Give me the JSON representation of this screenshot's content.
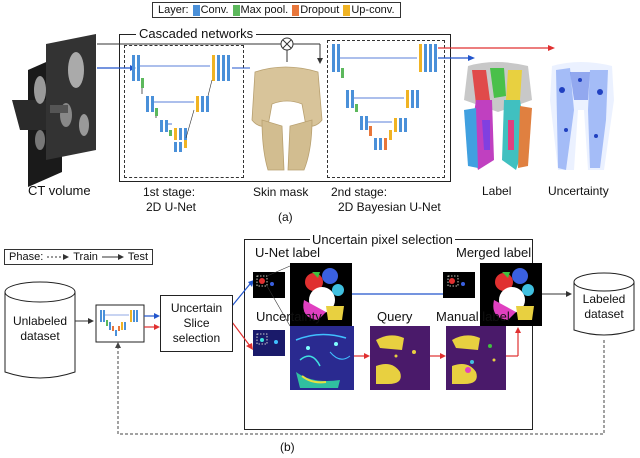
{
  "legend": {
    "title": "Layer:",
    "items": [
      {
        "label": "Conv.",
        "color": "#4a90d9"
      },
      {
        "label": "Max pool.",
        "color": "#5cb85c"
      },
      {
        "label": "Dropout",
        "color": "#e8763a"
      },
      {
        "label": "Up-conv.",
        "color": "#f0b323"
      }
    ]
  },
  "panel_a": {
    "cascaded_title": "Cascaded networks",
    "ct_volume": "CT volume",
    "stage1": "1st stage:",
    "stage1_sub": "2D U-Net",
    "skin_mask": "Skin mask",
    "stage2": "2nd  stage:",
    "stage2_sub": "2D Bayesian U-Net",
    "label": "Label",
    "uncertainty": "Uncertainty",
    "caption": "(a)"
  },
  "panel_b": {
    "phase_title": "Phase:",
    "phase_train": "Train",
    "phase_test": "Test",
    "unlabeled_dataset_line1": "Unlabeled",
    "unlabeled_dataset_line2": "dataset",
    "uncertain_slice_line1": "Uncertain",
    "uncertain_slice_line2": "Slice",
    "uncertain_slice_line3": "selection",
    "pixel_selection_title": "Uncertain pixel selection",
    "unet_label": "U-Net label",
    "merged_label": "Merged label",
    "uncertainty": "Uncertainty",
    "query": "Query",
    "manual_label": "Manual label",
    "labeled_dataset_line1": "Labeled",
    "labeled_dataset_line2": "dataset",
    "caption": "(b)"
  },
  "colors": {
    "conv": "#4a90d9",
    "maxpool": "#5cb85c",
    "dropout": "#e8763a",
    "upconv": "#f0b323",
    "arrow_blue": "#2255cc",
    "arrow_red": "#e03030"
  }
}
